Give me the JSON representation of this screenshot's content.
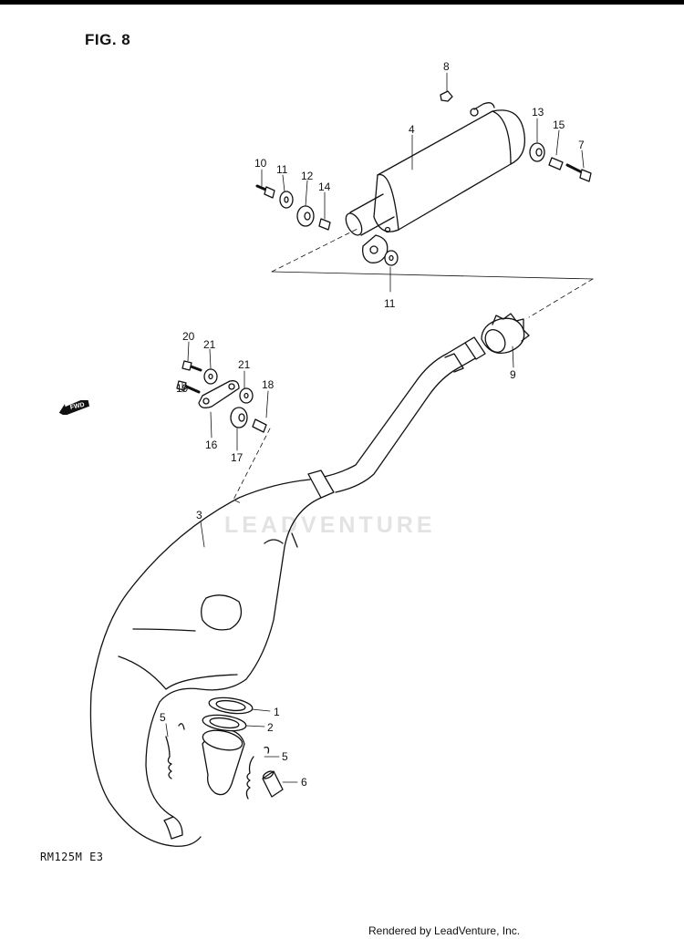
{
  "figure": {
    "title": "FIG. 8",
    "model": "RM125M  E3",
    "footer": "Rendered by LeadVenture, Inc.",
    "watermark": "LEADVENTURE"
  },
  "direction_marker": {
    "label": "FWD",
    "icon": "arrow-left-icon"
  },
  "callouts": [
    {
      "id": "1",
      "part": "gasket"
    },
    {
      "id": "2",
      "part": "gasket"
    },
    {
      "id": "3",
      "part": "exhaust-pipe"
    },
    {
      "id": "4",
      "part": "muffler"
    },
    {
      "id": "5a",
      "label": "5",
      "part": "spring"
    },
    {
      "id": "5b",
      "label": "5",
      "part": "spring"
    },
    {
      "id": "6",
      "part": "spring-cover"
    },
    {
      "id": "7",
      "part": "bolt"
    },
    {
      "id": "8",
      "part": "nut"
    },
    {
      "id": "9",
      "part": "muffler-seal"
    },
    {
      "id": "10",
      "part": "bolt"
    },
    {
      "id": "11a",
      "label": "11",
      "part": "washer"
    },
    {
      "id": "11b",
      "label": "11",
      "part": "washer"
    },
    {
      "id": "12",
      "part": "cushion"
    },
    {
      "id": "13",
      "part": "cushion"
    },
    {
      "id": "14",
      "part": "spacer"
    },
    {
      "id": "15",
      "part": "spacer"
    },
    {
      "id": "16",
      "part": "bracket"
    },
    {
      "id": "17",
      "part": "cushion"
    },
    {
      "id": "18",
      "part": "spacer"
    },
    {
      "id": "19",
      "part": "bolt"
    },
    {
      "id": "20",
      "part": "bolt"
    },
    {
      "id": "21a",
      "label": "21",
      "part": "washer"
    },
    {
      "id": "21b",
      "label": "21",
      "part": "washer"
    }
  ],
  "labels": {
    "c1": "1",
    "c2": "2",
    "c3": "3",
    "c4": "4",
    "c5a": "5",
    "c5b": "5",
    "c6": "6",
    "c7": "7",
    "c8": "8",
    "c9": "9",
    "c10": "10",
    "c11a": "11",
    "c11b": "11",
    "c12": "12",
    "c13": "13",
    "c14": "14",
    "c15": "15",
    "c16": "16",
    "c17": "17",
    "c18": "18",
    "c19": "19",
    "c20": "20",
    "c21a": "21",
    "c21b": "21"
  }
}
